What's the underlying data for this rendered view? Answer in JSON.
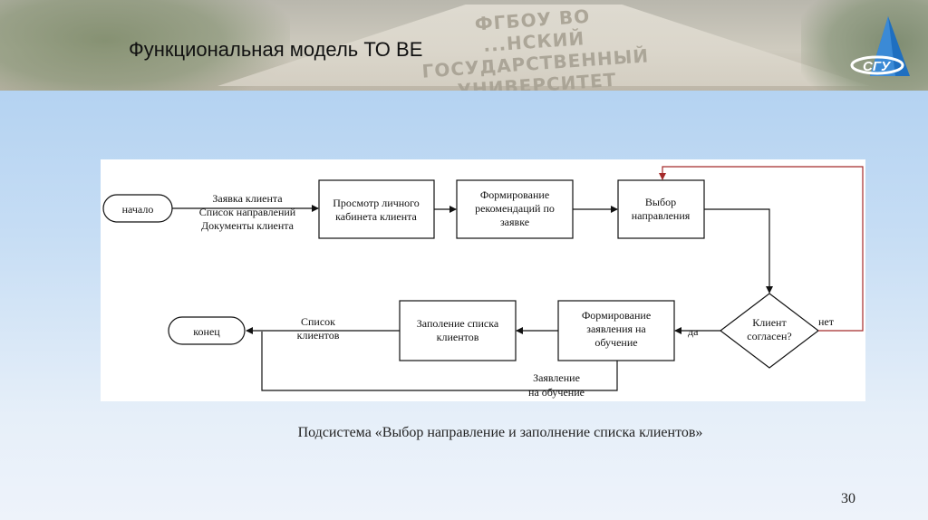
{
  "slide": {
    "title": "Функциональная модель ТО ВЕ",
    "header_text": [
      "ФГБОУ ВО",
      "...НСКИЙ",
      "ГОСУДАРСТВЕННЫЙ УНИВЕРСИТЕТ"
    ],
    "logo_text": "СГУ",
    "caption": "Подсистема «Выбор направление и заполнение списка клиентов»",
    "page_number": "30"
  },
  "diagram": {
    "start": "начало",
    "end": "конец",
    "input_lines": [
      "Заявка клиента",
      "Список направлений",
      "Документы клиента"
    ],
    "process1": [
      "Просмотр личного",
      "кабинета клиента"
    ],
    "process2": [
      "Формирование",
      "рекомендаций по",
      "заявке"
    ],
    "process3": [
      "Выбор",
      "направления"
    ],
    "decision": [
      "Клиент",
      "согласен?"
    ],
    "label_no": "нет",
    "label_yes": "да",
    "process4": [
      "Формирование",
      "заявления на",
      "обучение"
    ],
    "process5": [
      "Заполение списка",
      "клиентов"
    ],
    "output_lines": [
      "Список",
      "клиентов"
    ],
    "bypass_lines": [
      "Заявление",
      "на обучение"
    ]
  },
  "colors": {
    "logo_blue": "#1f6fc0",
    "feedback_arrow": "#a52a2a"
  }
}
